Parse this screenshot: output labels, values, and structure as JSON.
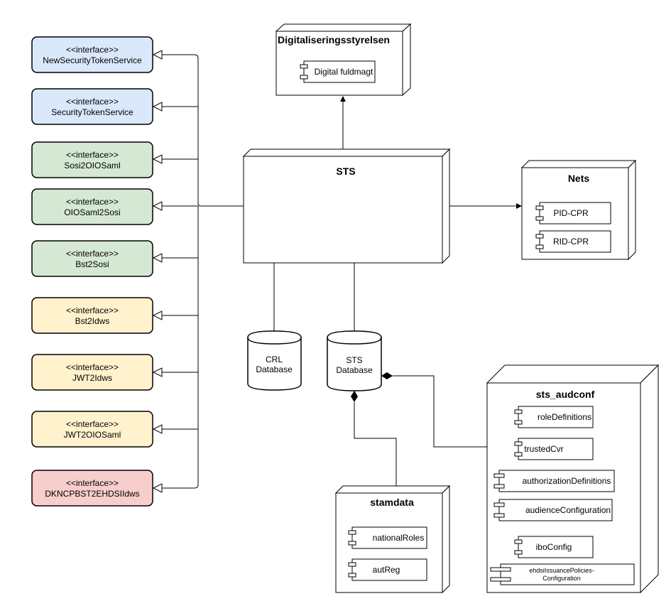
{
  "interfaces": [
    {
      "stereotype": "<<interface>>",
      "name": "NewSecurityTokenService",
      "color": "#dae8fc"
    },
    {
      "stereotype": "<<interface>>",
      "name": "SecurityTokenService",
      "color": "#dae8fc"
    },
    {
      "stereotype": "<<interface>>",
      "name": "Sosi2OIOSaml",
      "color": "#d5e8d4"
    },
    {
      "stereotype": "<<interface>>",
      "name": "OIOSaml2Sosi",
      "color": "#d5e8d4"
    },
    {
      "stereotype": "<<interface>>",
      "name": "Bst2Sosi",
      "color": "#d5e8d4"
    },
    {
      "stereotype": "<<interface>>",
      "name": "Bst2Idws",
      "color": "#fff2cc"
    },
    {
      "stereotype": "<<interface>>",
      "name": "JWT2Idws",
      "color": "#fff2cc"
    },
    {
      "stereotype": "<<interface>>",
      "name": "JWT2OIOSaml",
      "color": "#fff2cc"
    },
    {
      "stereotype": "<<interface>>",
      "name": "DKNCPBST2EHDSIIdws",
      "color": "#f8cecc"
    }
  ],
  "nodes": {
    "digst": {
      "title": "Digitaliseringsstyrelsen",
      "components": [
        "Digital fuldmagt"
      ]
    },
    "sts": {
      "title": "STS"
    },
    "nets": {
      "title": "Nets",
      "components": [
        "PID-CPR",
        "RID-CPR"
      ]
    },
    "audconf": {
      "title": "sts_audconf",
      "components": [
        "roleDefinitions",
        "trustedCvr",
        "authorizationDefinitions",
        "audienceConfiguration",
        "iboConfig"
      ],
      "ehdsi_line1": "ehdsiIssuancePolicies-",
      "ehdsi_line2": "Configuration"
    },
    "stamdata": {
      "title": "stamdata",
      "components": [
        "nationalRoles",
        "autReg"
      ]
    }
  },
  "databases": {
    "crl": {
      "line1": "CRL",
      "line2": "Database"
    },
    "sts": {
      "line1": "STS",
      "line2": "Database"
    }
  }
}
